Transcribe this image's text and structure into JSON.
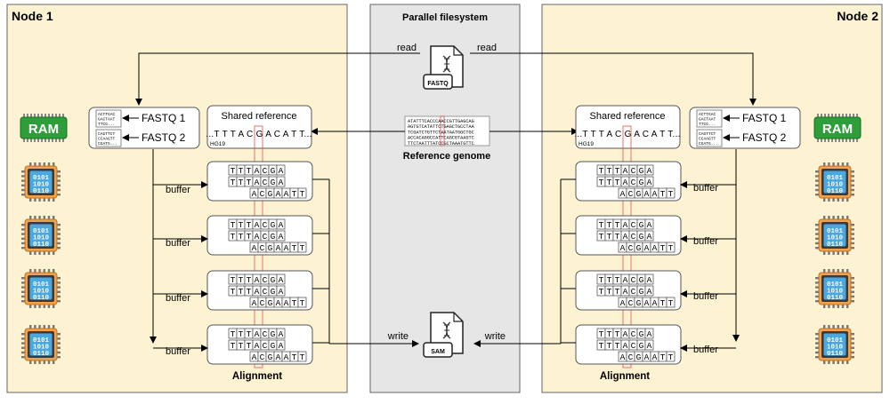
{
  "node1": {
    "title": "Node 1",
    "alignment_label": "Alignment"
  },
  "node2": {
    "title": "Node 2",
    "alignment_label": "Alignment"
  },
  "filesystem": {
    "title": "Parallel filesystem",
    "read_label": "read",
    "write_label": "write",
    "fastq_file_label": "FASTQ",
    "sam_file_label": "SAM",
    "reference_genome_label": "Reference genome",
    "genome_lines": [
      "ATATTTCACCCAACCGTTGAGCAG",
      "AGTGTCATATTCTGAGCTGCCTAA",
      "TCGATCTGTTCTAATAATGGCTGC",
      "ACCACAGGCCATTCAGCGTAAGTC",
      "TTCTAATTTATCCGCTAAATGTTC"
    ]
  },
  "ram_label": "RAM",
  "cpu_chip_lines": [
    "0101",
    "1010",
    "0110"
  ],
  "fastq": {
    "label1": "FASTQ 1",
    "label2": "FASTQ 2",
    "snippet1": [
      "ACTTGAC",
      "GACTAAT",
      "TTCG..."
    ],
    "snippet2": [
      "CAGTTCT",
      "CCAAGTT",
      "CGATG..."
    ]
  },
  "shared_reference": {
    "title": "Shared reference",
    "sequence": "...T T T A C G A C A T T...",
    "build": "HG19"
  },
  "buffer_label": "buffer",
  "read_rows": [
    [
      "T",
      "T",
      "T",
      "A",
      "C",
      "G",
      "A"
    ],
    [
      "T",
      "T",
      "T",
      "A",
      "C",
      "G",
      "A"
    ],
    [
      "A",
      "C",
      "G",
      "A",
      "A",
      "T",
      "T"
    ]
  ],
  "colors": {
    "node_fill": "#fdf3d2",
    "filesystem_fill": "#e6e6e6",
    "ram_green": "#2e9e3a",
    "cpu_blue": "#4aa8e0",
    "cpu_frame": "#f2a24a",
    "highlight_red": "#e05050"
  }
}
